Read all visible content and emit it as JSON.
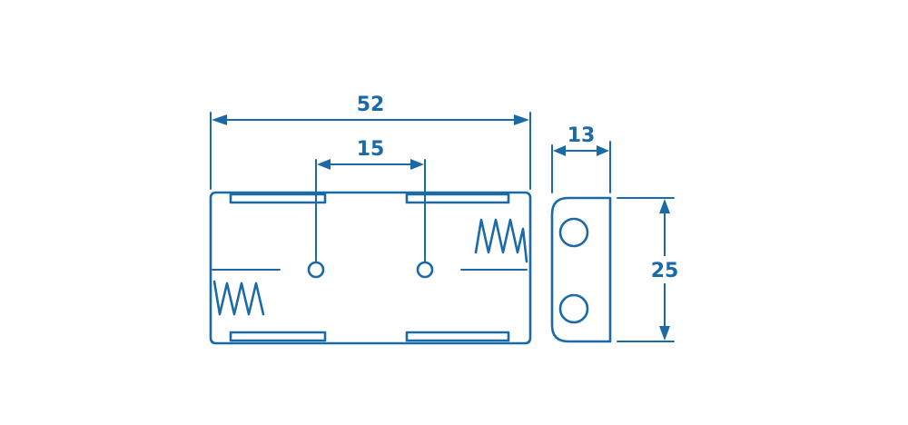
{
  "colors": {
    "ink": "#1b6aa8",
    "background": "#ffffff"
  },
  "front_view": {
    "overall_length": "52",
    "contact_spacing": "15"
  },
  "side_view": {
    "width": "13",
    "height": "25"
  }
}
